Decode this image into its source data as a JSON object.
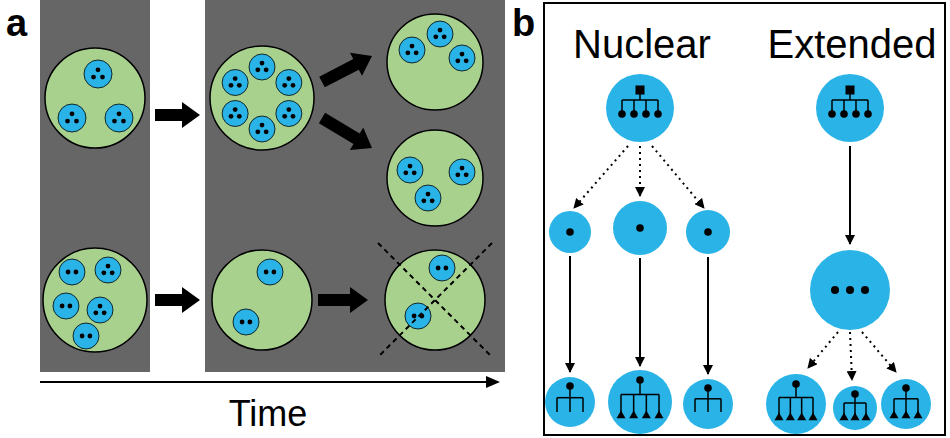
{
  "diagram": {
    "nodes": [
      {
        "text": [
          "Nuclear",
          "Extended"
        ]
      }
    ],
    "labels": [
      "a",
      "b",
      "Time"
    ]
  }
}
